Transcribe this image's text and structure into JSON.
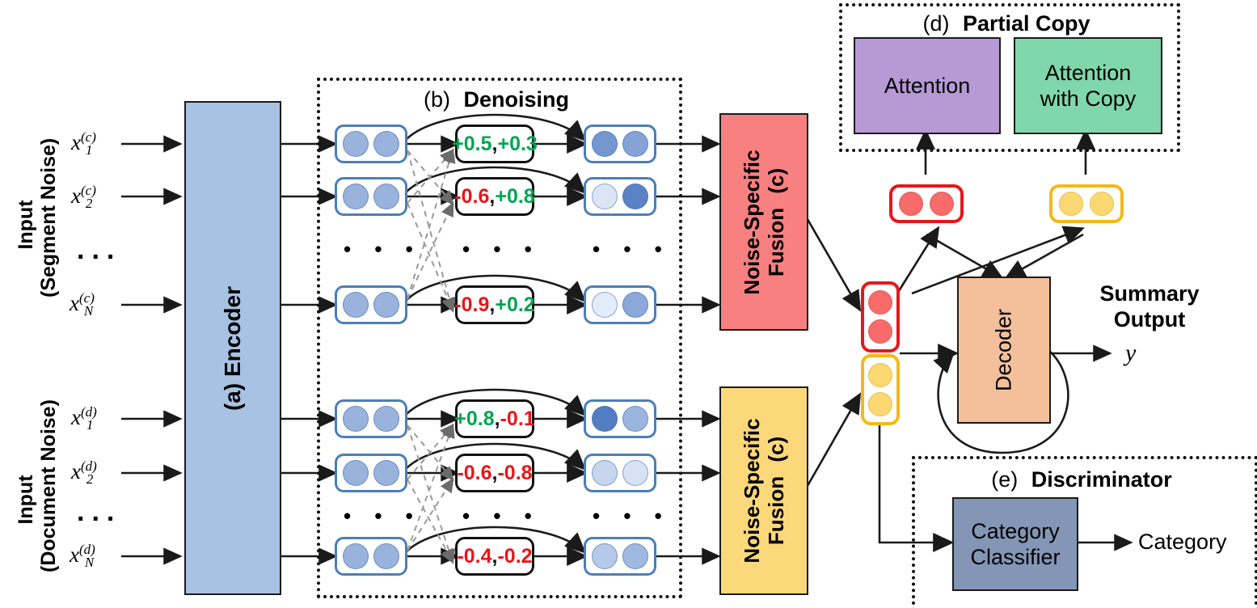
{
  "inputs": {
    "top": {
      "group_label": "Input\n(Segment Noise)",
      "line1": "Input",
      "line2": "(Segment Noise)",
      "items": [
        {
          "base": "x",
          "sub": "1",
          "sup": "(c)"
        },
        {
          "base": "x",
          "sub": "2",
          "sup": "(c)"
        },
        {
          "base": "x",
          "sub": "N",
          "sup": "(c)"
        }
      ],
      "ellipsis": "..."
    },
    "bottom": {
      "group_label": "Input\n(Document Noise)",
      "line1": "Input",
      "line2": "(Document Noise)",
      "items": [
        {
          "base": "x",
          "sub": "1",
          "sup": "(d)"
        },
        {
          "base": "x",
          "sub": "2",
          "sup": "(d)"
        },
        {
          "base": "x",
          "sub": "N",
          "sup": "(d)"
        }
      ],
      "ellipsis": "..."
    }
  },
  "encoder": {
    "tag": "(a)",
    "label": "Encoder",
    "full": "(a) Encoder",
    "color": "#a8c2e3"
  },
  "denoising": {
    "tag": "(b)",
    "title": "Denoising",
    "full_title": "(b)  Denoising",
    "ellipsis": "•  •  •",
    "top_rows": [
      {
        "v1": "+0.5",
        "v1_sign": "pos",
        "v2": "+0.3",
        "v2_sign": "pos",
        "sep": ",",
        "out_left": 0.72,
        "out_right": 0.62
      },
      {
        "v1": "-0.6",
        "v1_sign": "neg",
        "v2": "+0.8",
        "v2_sign": "pos",
        "sep": ",",
        "out_left": 0.1,
        "out_right": 0.88
      },
      {
        "v1": "-0.9",
        "v1_sign": "neg",
        "v2": "+0.2",
        "v2_sign": "pos",
        "sep": ",",
        "out_left": 0.05,
        "out_right": 0.58
      }
    ],
    "bottom_rows": [
      {
        "v1": "+0.8",
        "v1_sign": "pos",
        "v2": "-0.1",
        "v2_sign": "neg",
        "sep": ",",
        "out_left": 0.92,
        "out_right": 0.48
      },
      {
        "v1": "-0.6",
        "v1_sign": "neg",
        "v2": "-0.8",
        "v2_sign": "neg",
        "sep": ",",
        "out_left": 0.22,
        "out_right": 0.12
      },
      {
        "v1": "-0.4",
        "v1_sign": "neg",
        "v2": "-0.2",
        "v2_sign": "neg",
        "sep": ",",
        "out_left": 0.32,
        "out_right": 0.45
      }
    ],
    "input_token_level": 0.5
  },
  "fusion": {
    "tag": "(c)",
    "label": "Noise-Specific\nFusion",
    "line1": "Noise-Specific",
    "line2": "Fusion",
    "top_color": "#f98080",
    "bottom_color": "#fbd87a"
  },
  "partial_copy": {
    "tag": "(d)",
    "title": "Partial Copy",
    "full_title": "(d)  Partial Copy",
    "attention_label": "Attention",
    "attention_copy_label": "Attention\nwith Copy",
    "attention_color": "#b69ad6",
    "attention_copy_color": "#80d7ac"
  },
  "decoder": {
    "label": "Decoder",
    "color": "#f3c09b"
  },
  "output": {
    "summary_label": "Summary\nOutput",
    "summary_line1": "Summary",
    "summary_line2": "Output",
    "symbol": "y"
  },
  "discriminator": {
    "tag": "(e)",
    "title": "Discriminator",
    "full_title": "(e)  Discriminator",
    "classifier_label": "Category\nClassifier",
    "classifier_line1": "Category",
    "classifier_line2": "Classifier",
    "classifier_color": "#8496b5",
    "output_label": "Category"
  },
  "colors": {
    "red_token": "#f96a6a",
    "red_border": "#e8161b",
    "yellow_token": "#fcd873",
    "yellow_border": "#f5b915",
    "blue_token": "#7aa5dd",
    "blue_border": "#4a7ebb",
    "positive": "#00a550",
    "negative": "#e8161b"
  }
}
